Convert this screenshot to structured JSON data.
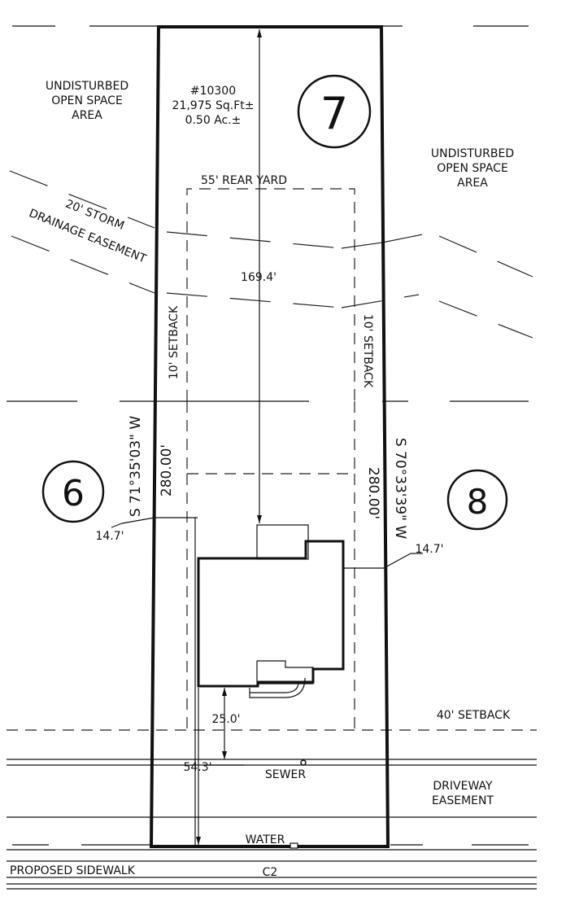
{
  "lot": {
    "number": "7",
    "id": "#10300",
    "area_sqft": "21,975 Sq.Ft±",
    "area_acres": "0.50 Ac.±",
    "depth": "169.4'"
  },
  "neighbors": {
    "left": "6",
    "right": "8"
  },
  "open_space": {
    "left": [
      "UNDISTURBED",
      "OPEN SPACE",
      "AREA"
    ],
    "right": [
      "UNDISTURBED",
      "OPEN SPACE",
      "AREA"
    ]
  },
  "easements": {
    "storm": [
      "20' STORM",
      "DRAINAGE EASEMENT"
    ],
    "driveway": [
      "DRIVEWAY",
      "EASEMENT"
    ]
  },
  "setbacks": {
    "rear": "55' REAR YARD",
    "left_side": "10' SETBACK",
    "right_side": "10' SETBACK",
    "front": "40' SETBACK"
  },
  "bearings": {
    "left": "S 71°35'03\" W",
    "right": "S 70°33'39\" W"
  },
  "distances": {
    "left_side": "280.00'",
    "right_side": "280.00'",
    "left_offset": "14.7'",
    "right_offset": "14.7'",
    "front_setback_dist": "25.0'",
    "house_to_row": "54.3'"
  },
  "utilities": {
    "sewer": "SEWER",
    "water": "WATER"
  },
  "street": {
    "sidewalk": "PROPOSED SIDEWALK",
    "curve": "C2"
  }
}
